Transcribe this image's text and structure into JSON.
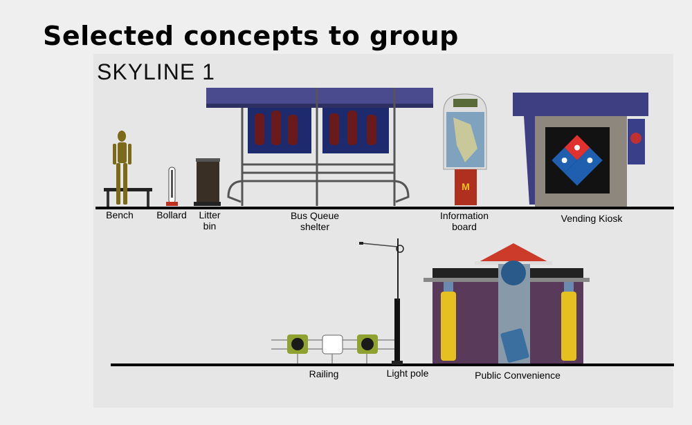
{
  "title": "Selected concepts to group",
  "skyline": "SKYLINE  1",
  "labels": {
    "bench": "Bench",
    "bollard": "Bollard",
    "litter_bin": "Litter bin",
    "bus_queue_shelter": "Bus  Queue shelter",
    "information_board": "Information board",
    "vending_kiosk": "Vending Kiosk",
    "railing": "Railing",
    "light_pole": "Light  pole",
    "public_convenience": "Public  Convenience"
  },
  "kiosk_brand": "Domino's Pizza",
  "colors": {
    "roof": "#4a4b8e",
    "kiosk_roof_side": "#3d3f82",
    "ground": "#000000",
    "convenience_roof": "#cc3a2a",
    "railing_sign": "#8fa12e",
    "domino_blue": "#1f5fb0",
    "domino_red": "#e0312f"
  }
}
